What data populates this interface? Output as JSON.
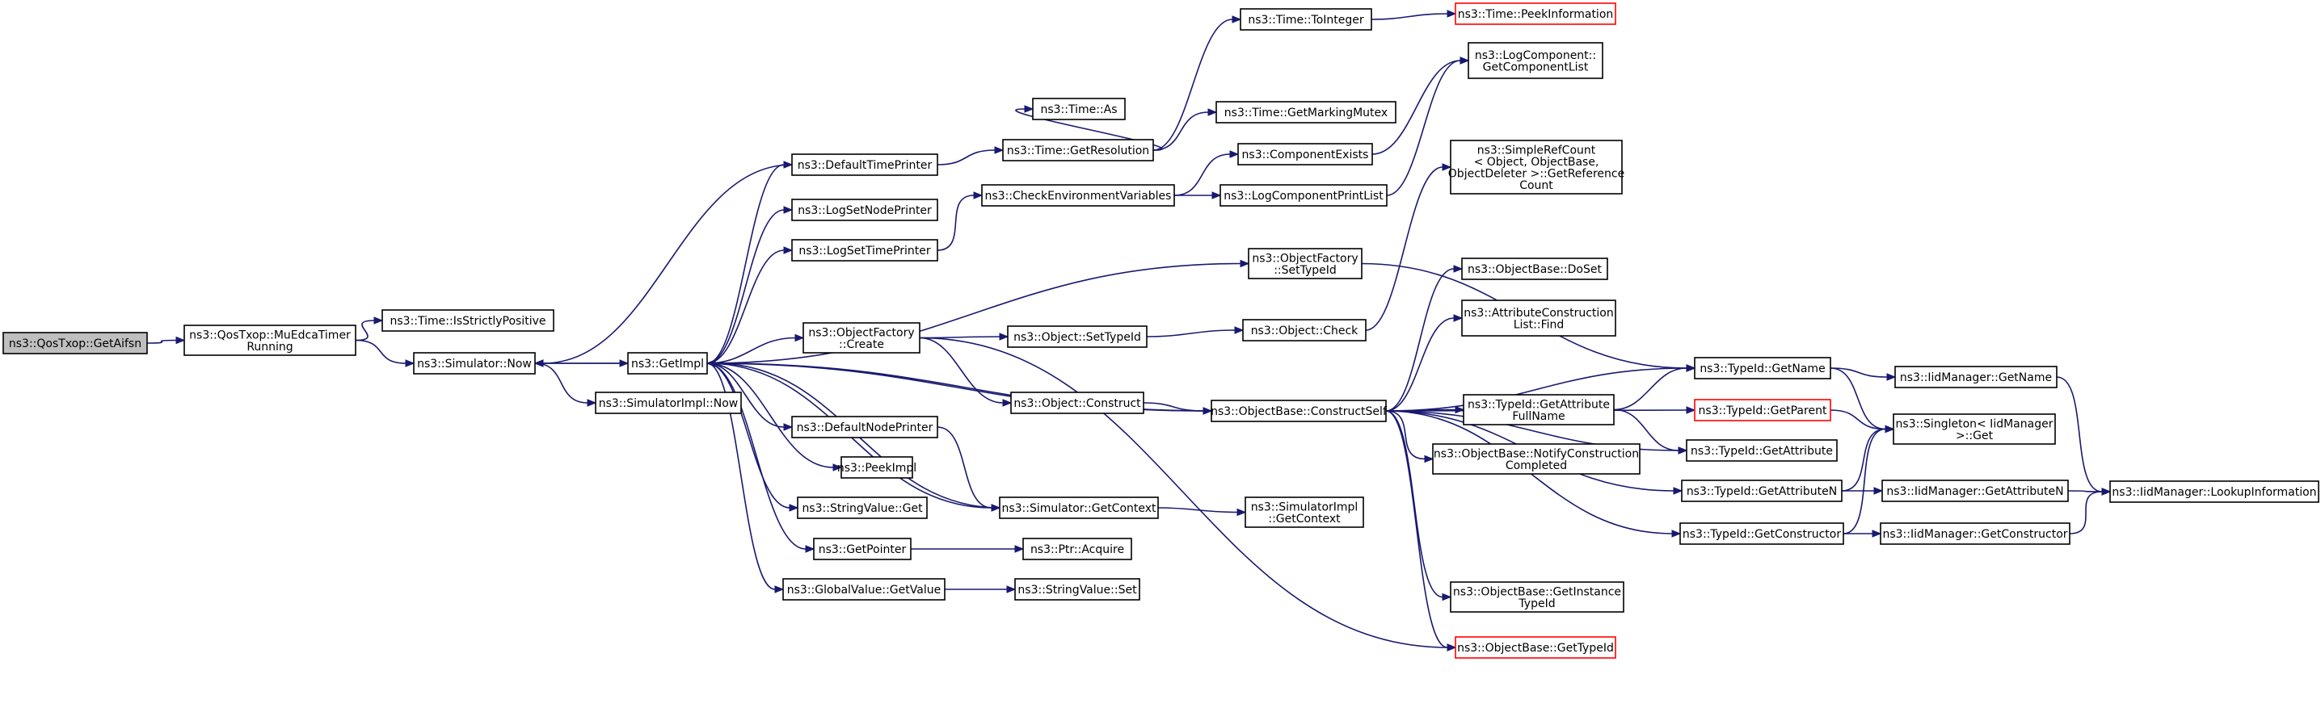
{
  "nodes": {
    "root": [
      "ns3::QosTxop::GetAifsn"
    ],
    "muedca": [
      "ns3::QosTxop::MuEdcaTimer",
      "Running"
    ],
    "strictpos": [
      "ns3::Time::IsStrictlyPositive"
    ],
    "simnow": [
      "ns3::Simulator::Now"
    ],
    "simimplnow": [
      "ns3::SimulatorImpl::Now"
    ],
    "getimpl": [
      "ns3::GetImpl"
    ],
    "deftp": [
      "ns3::DefaultTimePrinter"
    ],
    "lognode": [
      "ns3::LogSetNodePrinter"
    ],
    "logtime": [
      "ns3::LogSetTimePrinter"
    ],
    "ofcreate": [
      "ns3::ObjectFactory",
      "::Create"
    ],
    "defnp": [
      "ns3::DefaultNodePrinter"
    ],
    "peekimpl": [
      "ns3::PeekImpl"
    ],
    "svget": [
      "ns3::StringValue::Get"
    ],
    "getptr": [
      "ns3::GetPointer"
    ],
    "gvgetvalue": [
      "ns3::GlobalValue::GetValue"
    ],
    "timeas": [
      "ns3::Time::As"
    ],
    "getres": [
      "ns3::Time::GetResolution"
    ],
    "checkenv": [
      "ns3::CheckEnvironmentVariables"
    ],
    "objsettid": [
      "ns3::Object::SetTypeId"
    ],
    "objconstruct": [
      "ns3::Object::Construct"
    ],
    "simgetctx": [
      "ns3::Simulator::GetContext"
    ],
    "ptracq": [
      "ns3::Ptr::Acquire"
    ],
    "svset": [
      "ns3::StringValue::Set"
    ],
    "toint": [
      "ns3::Time::ToInteger"
    ],
    "markmutex": [
      "ns3::Time::GetMarkingMutex"
    ],
    "compexists": [
      "ns3::ComponentExists"
    ],
    "logprint": [
      "ns3::LogComponentPrintList"
    ],
    "ofsettid": [
      "ns3::ObjectFactory",
      "::SetTypeId"
    ],
    "objcheck": [
      "ns3::Object::Check"
    ],
    "constructself": [
      "ns3::ObjectBase::ConstructSelf"
    ],
    "simimplctx": [
      "ns3::SimulatorImpl",
      "::GetContext"
    ],
    "peekinfo": [
      "ns3::Time::PeekInformation"
    ],
    "lcgetlist": [
      "ns3::LogComponent::",
      "GetComponentList"
    ],
    "refcount": [
      "ns3::SimpleRefCount",
      "< Object, ObjectBase,",
      "ObjectDeleter >::GetReference",
      "Count"
    ],
    "doset": [
      "ns3::ObjectBase::DoSet"
    ],
    "attrfind": [
      "ns3::AttributeConstruction",
      "List::Find"
    ],
    "getattrfull": [
      "ns3::TypeId::GetAttribute",
      "FullName"
    ],
    "notifycc": [
      "ns3::ObjectBase::NotifyConstruction",
      "Completed"
    ],
    "getinsttid": [
      "ns3::ObjectBase::GetInstance",
      "TypeId"
    ],
    "obgettid": [
      "ns3::ObjectBase::GetTypeId"
    ],
    "tidgetname": [
      "ns3::TypeId::GetName"
    ],
    "tidgetparent": [
      "ns3::TypeId::GetParent"
    ],
    "tidgetattr": [
      "ns3::TypeId::GetAttribute"
    ],
    "tidgetattrn": [
      "ns3::TypeId::GetAttributeN"
    ],
    "tidgetctor": [
      "ns3::TypeId::GetConstructor"
    ],
    "iidgetname": [
      "ns3::IidManager::GetName"
    ],
    "singleton": [
      "ns3::Singleton< IidManager",
      ">::Get"
    ],
    "iidgetattrn": [
      "ns3::IidManager::GetAttributeN"
    ],
    "iidgetctor": [
      "ns3::IidManager::GetConstructor"
    ],
    "lookup": [
      "ns3::IidManager::LookupInformation"
    ]
  },
  "colors": {
    "edge": "#191970",
    "root_fill": "#bfbfbf",
    "truncated_border": "#ff0000"
  }
}
